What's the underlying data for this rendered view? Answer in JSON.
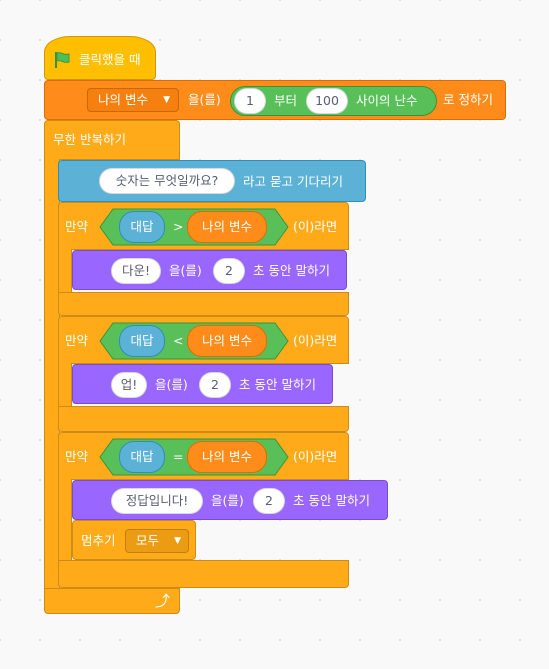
{
  "script": {
    "hat": {
      "label": "클릭했을 때",
      "icon": "green-flag-icon"
    },
    "set_var": {
      "variable": "나의 변수",
      "mid_text": "을(를)",
      "random": {
        "from": "1",
        "from_text": "부터",
        "to": "100",
        "tail": "사이의 난수"
      },
      "end_text": "로 정하기"
    },
    "forever": {
      "label": "무한 반복하기"
    },
    "ask": {
      "question": "숫자는 무엇일까요?",
      "suffix": "라고 묻고 기다리기"
    },
    "if_blocks": [
      {
        "if_text": "만약",
        "left": "대답",
        "op": ">",
        "right": "나의 변수",
        "then_text": "(이)라면",
        "say": {
          "message": "다운!",
          "mid": "을(를)",
          "secs": "2",
          "tail": "초 동안 말하기"
        }
      },
      {
        "if_text": "만약",
        "left": "대답",
        "op": "<",
        "right": "나의 변수",
        "then_text": "(이)라면",
        "say": {
          "message": "업!",
          "mid": "을(를)",
          "secs": "2",
          "tail": "초 동안 말하기"
        }
      },
      {
        "if_text": "만약",
        "left": "대답",
        "op": "=",
        "right": "나의 변수",
        "then_text": "(이)라면",
        "say": {
          "message": "정답입니다!",
          "mid": "을(를)",
          "secs": "2",
          "tail": "초 동안 말하기"
        },
        "stop": {
          "label": "멈추기",
          "option": "모두"
        }
      }
    ],
    "loop_arrow": "⤴"
  },
  "colors": {
    "control": "#ffab19",
    "events": "#ffbf00",
    "variables": "#ff8c1a",
    "sensing": "#5cb1d6",
    "looks": "#9966ff",
    "operators": "#59c059"
  }
}
